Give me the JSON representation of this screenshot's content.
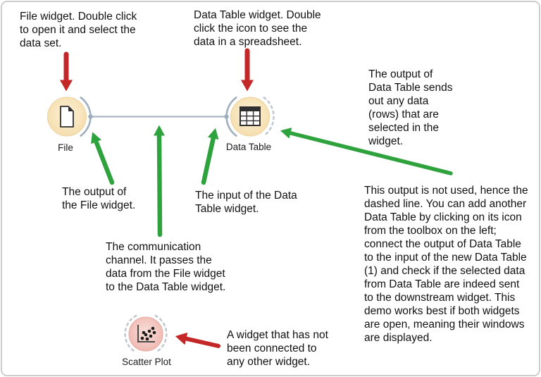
{
  "widgets": {
    "file": {
      "label": "File",
      "icon": "document-icon"
    },
    "data_table": {
      "label": "Data Table",
      "icon": "table-icon"
    },
    "scatter_plot": {
      "label": "Scatter Plot",
      "icon": "scatter-plot-icon"
    }
  },
  "annotations": {
    "file_note": "File widget. Double click\nto open it and select the\ndata set.",
    "datatable_note": "Data Table widget. Double\nclick the icon to see the\ndata in a spreadsheet.",
    "output_sends_note": "The output of\nData Table sends\nout any data\n(rows) that are\nselected in the\nwidget.",
    "file_output_note": "The output of\nthe File widget.",
    "datatable_input_note": "The input of the Data\nTable widget.",
    "channel_note": "The communication\nchannel. It passes the\ndata from the File widget\nto the Data Table widget.",
    "unused_output_note": "This output is not used, hence the\ndashed line. You can add another\nData Table by clicking on its icon\nfrom the toolbox on the left;\nconnect the output of Data Table\nto the input of the new Data Table\n(1) and check if the selected data\nfrom Data Table are indeed sent\nto the downstream widget. This\ndemo works best if both widgets\nare open, meaning their windows\nare displayed.",
    "unconnected_note": "A widget that has not\nbeen connected to\nany other widget."
  },
  "colors": {
    "red_arrow": "#c32728",
    "green_arrow": "#2ea23c",
    "link_gray": "#9fafbd",
    "dashed_gray": "#c2c9cf",
    "widget_fill": "#f6dfb4",
    "scatter_fill": "#f0bcb4",
    "text": "#111111"
  }
}
